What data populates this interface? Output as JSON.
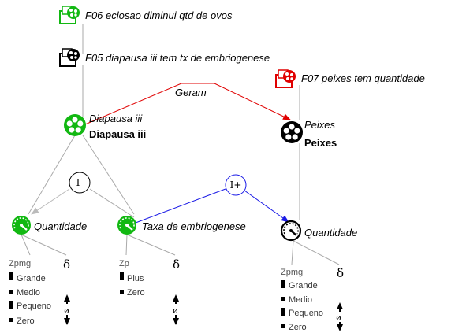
{
  "facts": {
    "f06": "F06 eclosao diminui qtd de ovos",
    "f05": "F05 diapausa iii tem tx de embriogenese",
    "f07": "F07 peixes tem quantidade"
  },
  "entities": {
    "diapausa": {
      "name_italic": "Diapausa iii",
      "name_bold": "Diapausa iii"
    },
    "peixes": {
      "name_italic": "Peixes",
      "name_bold": "Peixes"
    }
  },
  "relation": {
    "label": "Geram"
  },
  "operators": {
    "i_minus": "I-",
    "i_plus": "I+"
  },
  "quantities": {
    "q_left": {
      "name": "Quantidade",
      "space_name": "Zpmg",
      "values": [
        "Grande",
        "Medio",
        "Pequeno",
        "Zero"
      ],
      "derivative_symbol": "δ",
      "derivative_zero": "ø"
    },
    "q_taxa": {
      "name": "Taxa de embriogenese",
      "space_name": "Zp",
      "values": [
        "Plus",
        "Zero"
      ],
      "derivative_symbol": "δ",
      "derivative_zero": "ø"
    },
    "q_right": {
      "name": "Quantidade",
      "space_name": "Zpmg",
      "values": [
        "Grande",
        "Medio",
        "Pequeno",
        "Zero"
      ],
      "derivative_symbol": "δ",
      "derivative_zero": "ø"
    }
  },
  "colors": {
    "green": "#12b812",
    "black": "#000000",
    "red": "#e00000",
    "blue": "#1a1ae6",
    "gray_line": "#aaaaaa"
  }
}
